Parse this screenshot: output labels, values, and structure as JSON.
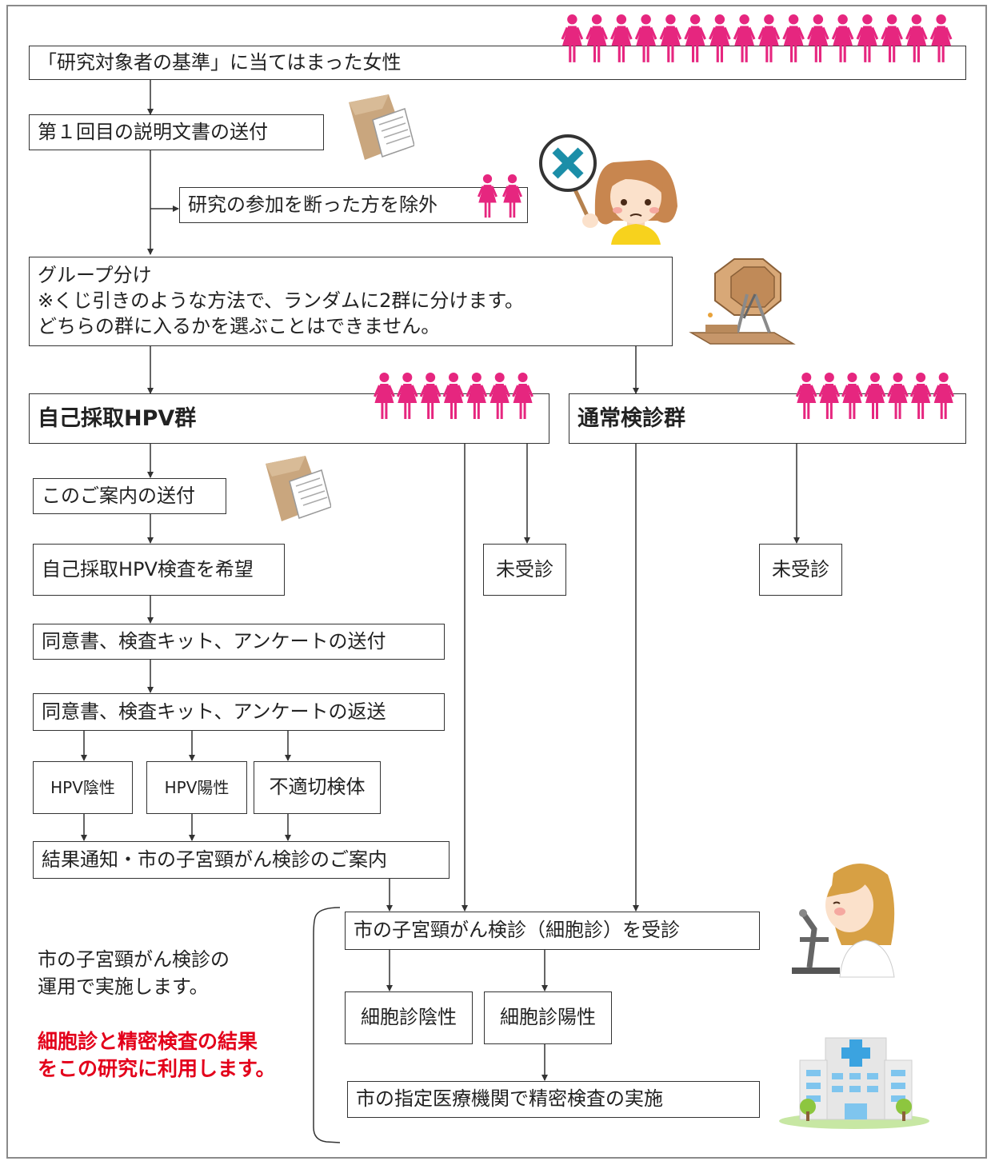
{
  "boxes": {
    "criteria": "「研究対象者の基準」に当てはまった女性",
    "first_doc": "第１回目の説明文書の送付",
    "exclude": "研究の参加を断った方を除外",
    "grouping": [
      "グループ分け",
      "※くじ引きのような方法で、ランダムに2群に分けます。",
      "どちらの群に入るかを選ぶことはできません。"
    ],
    "self_group": "自己採取HPV群",
    "normal_group": "通常検診群",
    "send_guide": "このご案内の送付",
    "wish": "自己採取HPV検査を希望",
    "no_visit_1": "未受診",
    "no_visit_2": "未受診",
    "send_kit": "同意書、検査キット、アンケートの送付",
    "return_kit": "同意書、検査キット、アンケートの返送",
    "hpv_neg": "HPV陰性",
    "hpv_pos": "HPV陽性",
    "improper": "不適切検体",
    "result": "結果通知・市の子宮頸がん検診のご案内",
    "cytology": "市の子宮頸がん検診（細胞診）を受診",
    "cyto_neg": "細胞診陰性",
    "cyto_pos": "細胞診陽性",
    "detail": "市の指定医療機関で精密検査の実施"
  },
  "notes": {
    "operation": [
      "市の子宮頸がん検診の",
      "運用で実施します。"
    ],
    "usage": [
      "細胞診と精密検査の結果",
      "をこの研究に利用します。"
    ]
  },
  "colors": {
    "person": "#e6267f",
    "line": "#333333",
    "red_text": "#e3001b",
    "frame": "#8a8a8a"
  },
  "icons": [
    "woman-icon",
    "envelope-document-icon",
    "woman-holding-x-sign-icon",
    "lottery-drum-icon",
    "doctor-microscope-icon",
    "hospital-icon"
  ]
}
